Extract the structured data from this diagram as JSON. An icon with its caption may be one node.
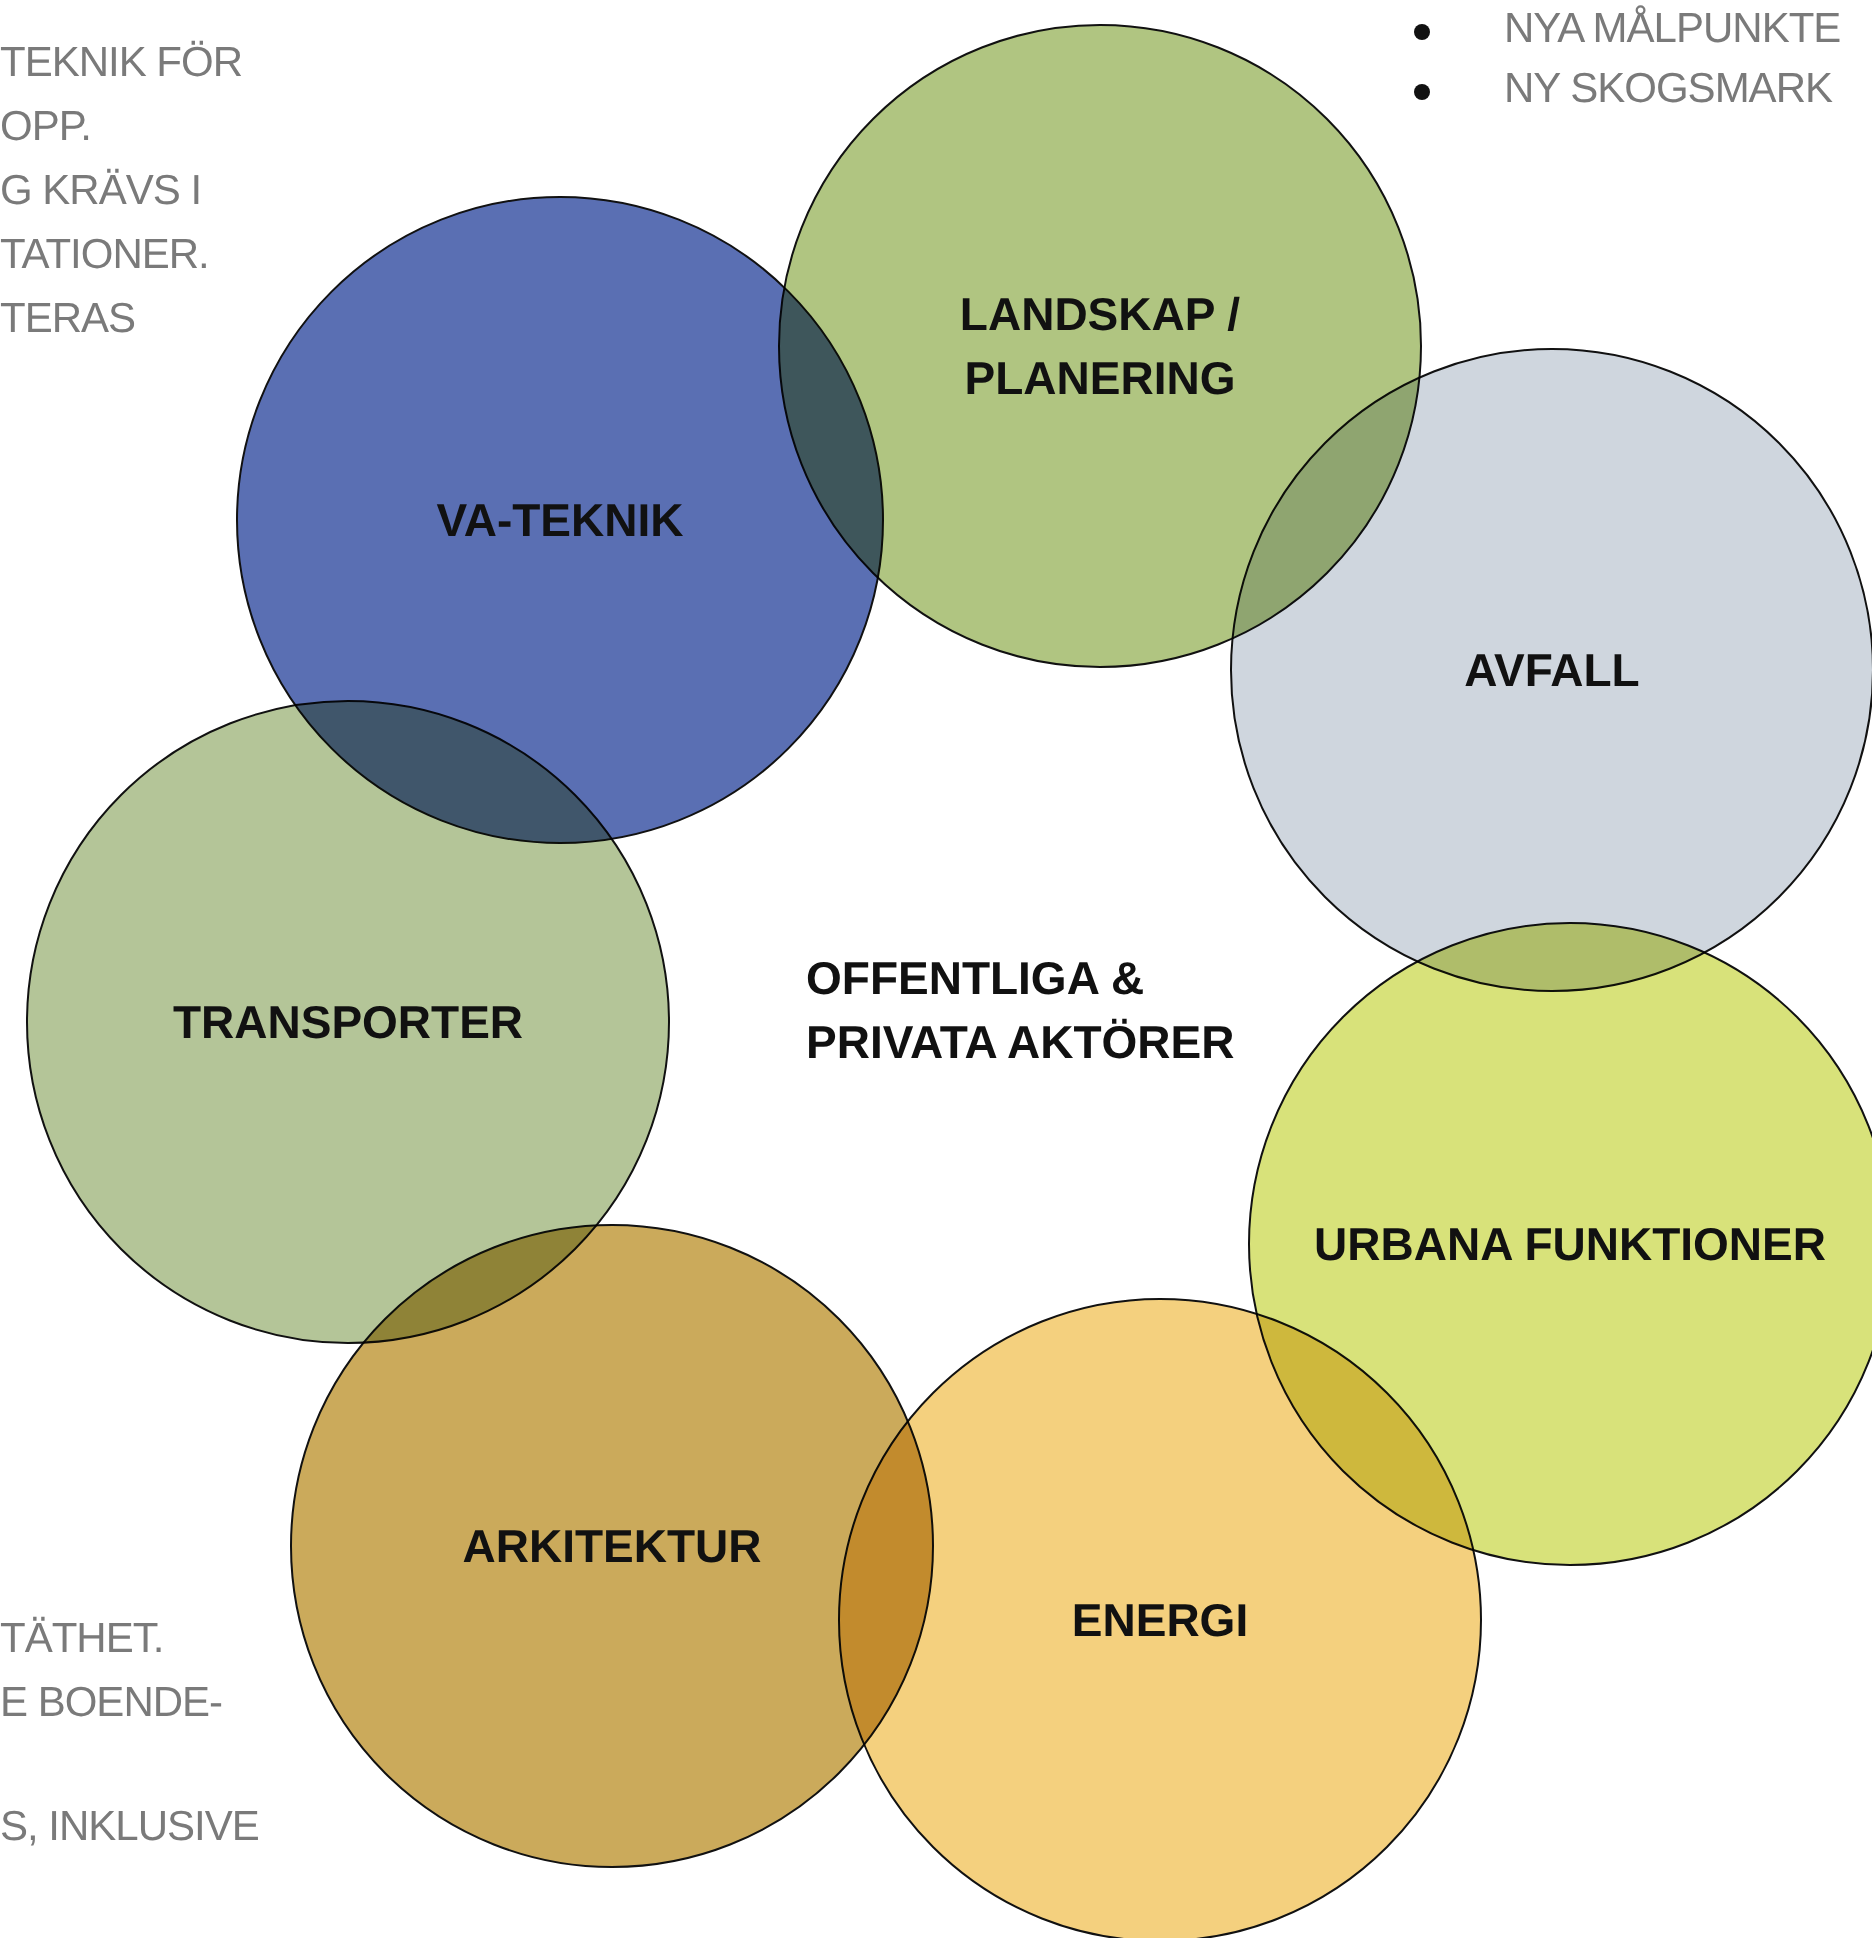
{
  "diagram": {
    "nodes": [
      {
        "text": [
          "VA-TEKNIK"
        ]
      },
      {
        "text": [
          "LANDSKAP / PLANERING"
        ]
      },
      {
        "text": [
          "AVFALL"
        ]
      },
      {
        "text": [
          "URBANA FUNKTIONER"
        ]
      },
      {
        "text": [
          "ENERGI"
        ]
      },
      {
        "text": [
          "ARKITEKTUR"
        ]
      },
      {
        "text": [
          "TRANSPORTER"
        ]
      }
    ],
    "edges": [],
    "labels": [
      "TEKNIK FÖR",
      "OPP.",
      "G KRÄVS I",
      "TATIONER.",
      "TERAS",
      "NYA MÅLPUNKTE",
      "NY SKOGSMARK",
      "OFFENTLIGA & PRIVATA AKTÖRER",
      "TÄTHET.",
      "E BOENDE-",
      "S, INKLUSIVE"
    ]
  }
}
